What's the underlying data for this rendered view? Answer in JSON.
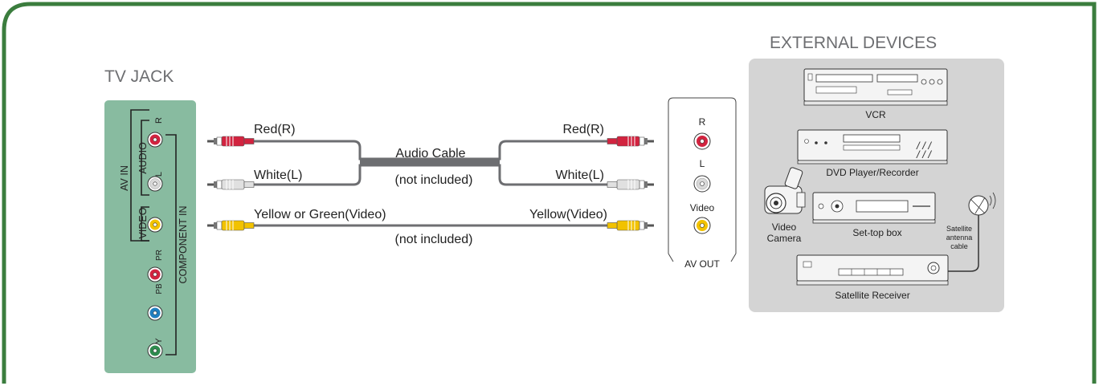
{
  "colors": {
    "frame_border": "#3b7d3e",
    "tv_panel": "#88bba0",
    "devices_panel": "#d4d4d4",
    "jack_red": "#d2233f",
    "jack_white": "#d9d9d9",
    "jack_yellow": "#f2c200",
    "jack_blue": "#1f7fc0",
    "jack_green": "#2e8b4e",
    "cable_gray": "#6d6e71",
    "title_gray": "#6d6e71"
  },
  "tv_jack": {
    "title": "TV JACK",
    "group_av_in": "AV IN",
    "group_audio": "AUDIO",
    "group_video": "VIDEO",
    "group_component_in": "COMPONENT IN",
    "jack_r": "R",
    "jack_l": "L",
    "jack_pr": "PR",
    "jack_pb": "PB",
    "jack_y": "Y"
  },
  "cables": {
    "left_red": "Red(R)",
    "left_white": "White(L)",
    "left_yellow": "Yellow or Green(Video)",
    "right_red": "Red(R)",
    "right_white": "White(L)",
    "right_yellow": "Yellow(Video)",
    "audio_cable": "Audio Cable",
    "audio_not_included": "(not included)",
    "video_not_included": "(not included)"
  },
  "av_out": {
    "label": "AV OUT",
    "r": "R",
    "l": "L",
    "video": "Video"
  },
  "external_devices": {
    "title": "EXTERNAL DEVICES",
    "vcr": "VCR",
    "dvd": "DVD Player/Recorder",
    "video_camera_line1": "Video",
    "video_camera_line2": "Camera",
    "set_top_box": "Set-top box",
    "sat_cable_line1": "Satellite",
    "sat_cable_line2": "antenna",
    "sat_cable_line3": "cable",
    "satellite_receiver": "Satellite Receiver"
  }
}
